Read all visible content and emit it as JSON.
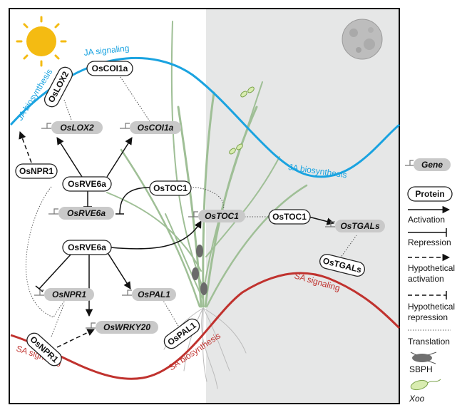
{
  "colors": {
    "ja": "#1aa3e0",
    "sa": "#c0322e",
    "night": "#e6e7e7",
    "sun": "#f4bb12",
    "gene": "#c9c9c9",
    "plant": "#9fbf96"
  },
  "curves": {
    "ja_signaling": "JA signaling",
    "ja_biosynthesis_left": "JA biosynthesis",
    "ja_biosynthesis_right": "JA biosynthesis",
    "sa_signaling_left": "SA signaling",
    "sa_signaling_right": "SA signaling",
    "sa_biosynthesis": "SA biosynthesis"
  },
  "proteins": {
    "coi1a": "OsCOI1a",
    "lox2": "OsLOX2",
    "npr1_top": "OsNPR1",
    "rve6a_top": "OsRVE6a",
    "toc1_top": "OsTOC1",
    "rve6a_mid": "OsRVE6a",
    "toc1_right": "OsTOC1",
    "tgals": "OsTGALs",
    "npr1_bottom": "OsNPR1",
    "pal1": "OsPAL1"
  },
  "genes": {
    "lox2": "OsLOX2",
    "coi1a": "OsCOI1a",
    "rve6a": "OsRVE6a",
    "toc1": "OsTOC1",
    "tgals": "OsTGALs",
    "npr1": "OsNPR1",
    "pal1": "OsPAL1",
    "wrky20": "OsWRKY20"
  },
  "legend": {
    "gene": "Gene",
    "protein": "Protein",
    "activation": "Activation",
    "repression": "Repression",
    "hyp_activation_1": "Hypothetical",
    "hyp_activation_2": "activation",
    "hyp_repression_1": "Hypothetical",
    "hyp_repression_2": "repression",
    "translation": "Translation",
    "sbph": "SBPH",
    "xoo": "Xoo"
  }
}
